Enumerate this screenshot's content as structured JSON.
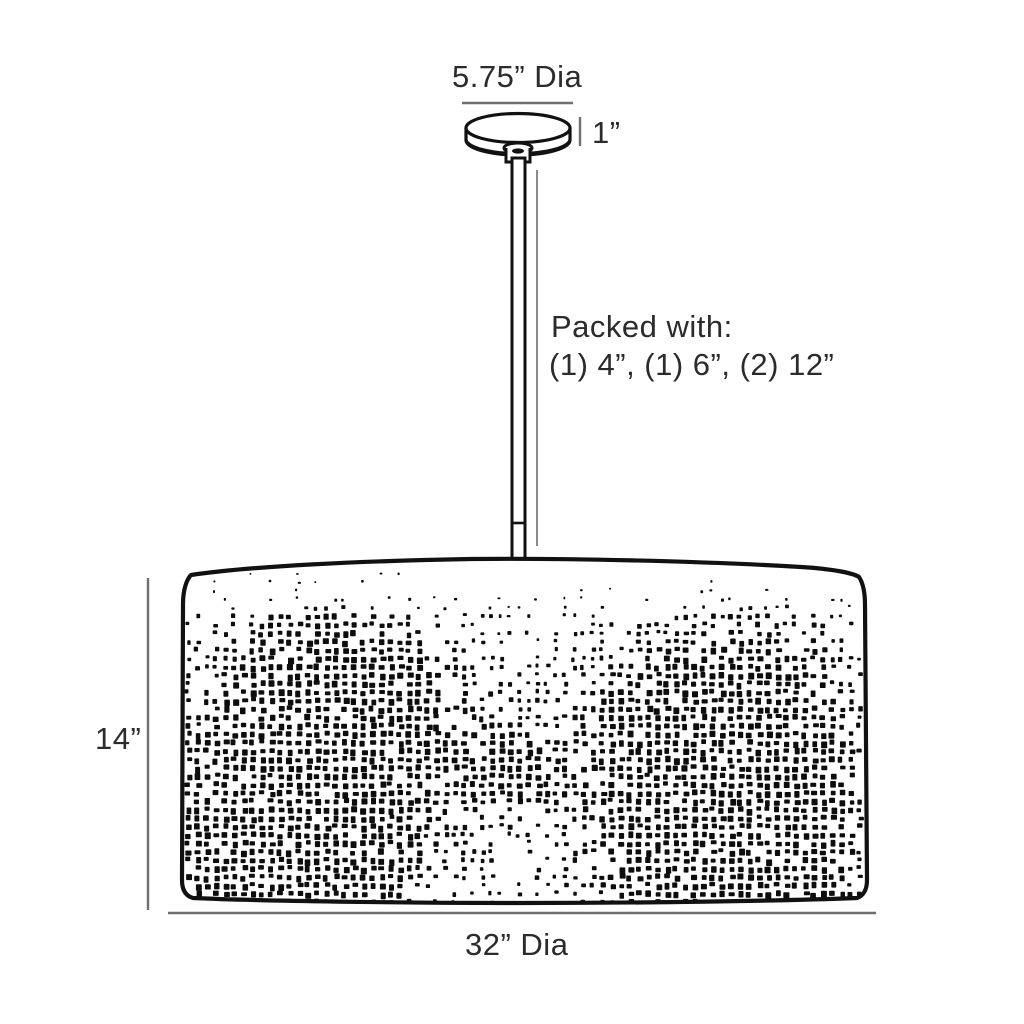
{
  "diagram": {
    "type": "product-dimension-drawing",
    "subject": "drum pendant light fixture",
    "background_color": "#ffffff",
    "line_color": "#1a1a1a",
    "text_color": "#2b2b2b",
    "dimension_line_color": "#6f6f6f"
  },
  "labels": {
    "canopy_diameter": "5.75” Dia",
    "canopy_height": "1”",
    "packed_with_title": "Packed with:",
    "packed_with_items": "(1) 4”, (1) 6”, (2) 12”",
    "shade_height": "14”",
    "shade_diameter": "32” Dia"
  },
  "measurements": [
    {
      "name": "canopy-diameter",
      "value": "5.75",
      "unit": "in",
      "text": "5.75” Dia"
    },
    {
      "name": "canopy-height",
      "value": "1",
      "unit": "in",
      "text": "1”"
    },
    {
      "name": "shade-height",
      "value": "14",
      "unit": "in",
      "text": "14”"
    },
    {
      "name": "shade-diameter",
      "value": "32",
      "unit": "in",
      "text": "32” Dia"
    }
  ],
  "packed_rods": [
    {
      "quantity": "(1)",
      "length": "4”"
    },
    {
      "quantity": "(1)",
      "length": "6”"
    },
    {
      "quantity": "(2)",
      "length": "12”"
    }
  ],
  "parts": [
    {
      "name": "canopy",
      "shape": "shallow round disc"
    },
    {
      "name": "downrod-stem",
      "shape": "vertical rod"
    },
    {
      "name": "drum-shade",
      "shape": "perforated cylindrical drum"
    }
  ]
}
